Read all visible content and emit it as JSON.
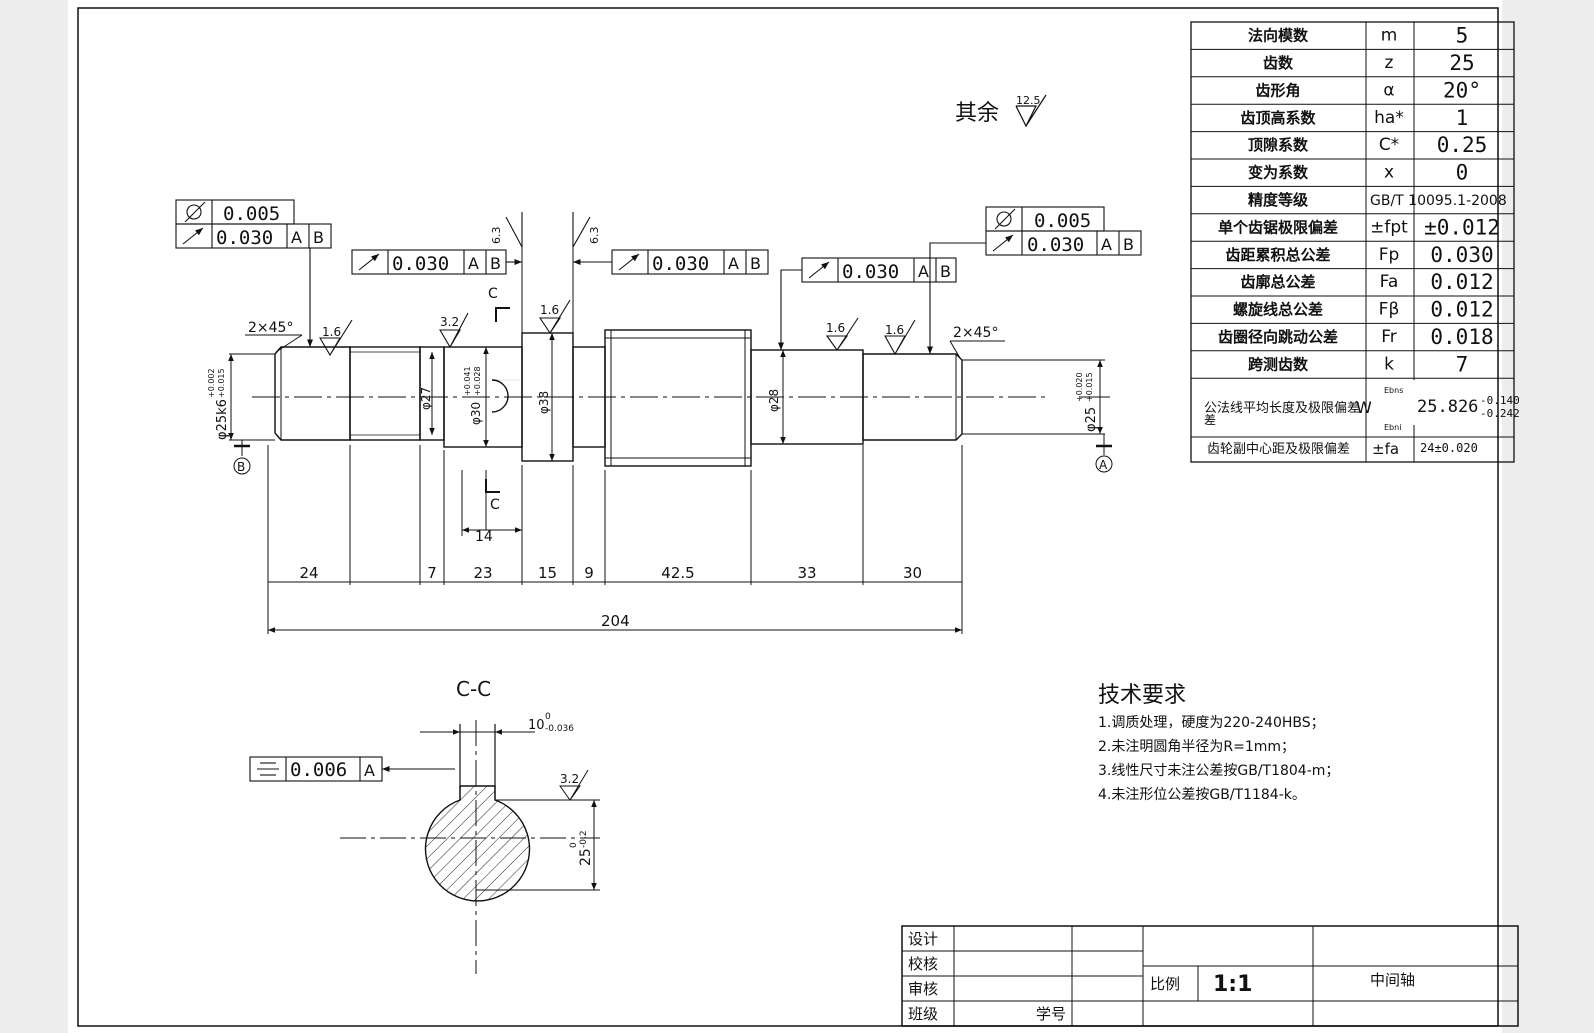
{
  "surface_finish": {
    "label": "其余",
    "value": "12.5"
  },
  "gear_table": [
    {
      "name": "法向模数",
      "sym": "m",
      "val": "5"
    },
    {
      "name": "齿数",
      "sym": "z",
      "val": "25"
    },
    {
      "name": "齿形角",
      "sym": "α",
      "val": "20°"
    },
    {
      "name": "齿顶高系数",
      "sym": "ha*",
      "val": "1"
    },
    {
      "name": "顶隙系数",
      "sym": "C*",
      "val": "0.25"
    },
    {
      "name": "变为系数",
      "sym": "x",
      "val": "0"
    },
    {
      "name": "精度等级",
      "sym": "GB/T 10095.1-2008",
      "val": ""
    },
    {
      "name": "单个齿锯极限偏差",
      "sym": "±fpt",
      "val": "±0.012"
    },
    {
      "name": "齿距累积总公差",
      "sym": "Fp",
      "val": "0.030"
    },
    {
      "name": "齿廓总公差",
      "sym": "Fa",
      "val": "0.012"
    },
    {
      "name": "螺旋线总公差",
      "sym": "Fβ",
      "val": "0.012"
    },
    {
      "name": "齿圈径向跳动公差",
      "sym": "Fr",
      "val": "0.018"
    },
    {
      "name": "跨测齿数",
      "sym": "k",
      "val": "7"
    }
  ],
  "gear_w": {
    "name": "公法线平均长度及极限偏差",
    "sym": "W",
    "sub_top": "Ebns",
    "sub_bot": "Ebni",
    "val": "25.826",
    "tol_top": "-0.140",
    "tol_bot": "-0.242"
  },
  "gear_center": {
    "name": "齿轮副中心距及极限偏差",
    "sym": "±fa",
    "val": "24±0.020"
  },
  "tolerance_frames": {
    "left_cyl": "0.005",
    "left_runout": "0.030",
    "right_cyl": "0.005",
    "right_runout": "0.030",
    "mid_left": "0.030",
    "mid_right": "0.030",
    "right_third": "0.030",
    "section_sym": "0.006",
    "datum_a": "A",
    "datum_b": "B"
  },
  "roughness": {
    "r16": "1.6",
    "r32": "3.2",
    "r63": "6.3"
  },
  "chamfers": {
    "left": "2×45°",
    "right": "2×45°"
  },
  "diameters": {
    "d_left": "φ25k6",
    "d_left_tol_top": "+0.002",
    "d_left_tol_bot": "+0.015",
    "d27": "φ27",
    "d30": "φ30",
    "d30_tol_top": "+0.041",
    "d30_tol_bot": "+0.028",
    "d38": "φ38",
    "d28": "φ28",
    "d_right": "φ25",
    "d_right_tol_top": "+0.020",
    "d_right_tol_bot": "+0.015"
  },
  "section_marks": {
    "c_top": "C",
    "c_bot": "C"
  },
  "keyway_len": "14",
  "lengths": [
    "24",
    "7",
    "23",
    "15",
    "9",
    "42.5",
    "33",
    "30"
  ],
  "total_length": "204",
  "datums": {
    "b": "B",
    "a": "A"
  },
  "section": {
    "title": "C-C",
    "key_width": "10",
    "key_tol_top": "0",
    "key_tol_bot": "-0.036",
    "depth": "25",
    "depth_tol_top": "0",
    "depth_tol_bot": "-0.2",
    "rough": "3.2"
  },
  "tech": {
    "title": "技术要求",
    "items": [
      "1.调质处理，硬度为220-240HBS；",
      "2.未注明圆角半径为R=1mm；",
      "3.线性尺寸未注公差按GB/T1804-m；",
      "4.未注形位公差按GB/T1184-k。"
    ]
  },
  "title_block": {
    "design": "设计",
    "check": "校核",
    "review": "审核",
    "class": "班级",
    "student_id": "学号",
    "scale_label": "比例",
    "scale_value": "1:1",
    "part_name": "中间轴"
  }
}
